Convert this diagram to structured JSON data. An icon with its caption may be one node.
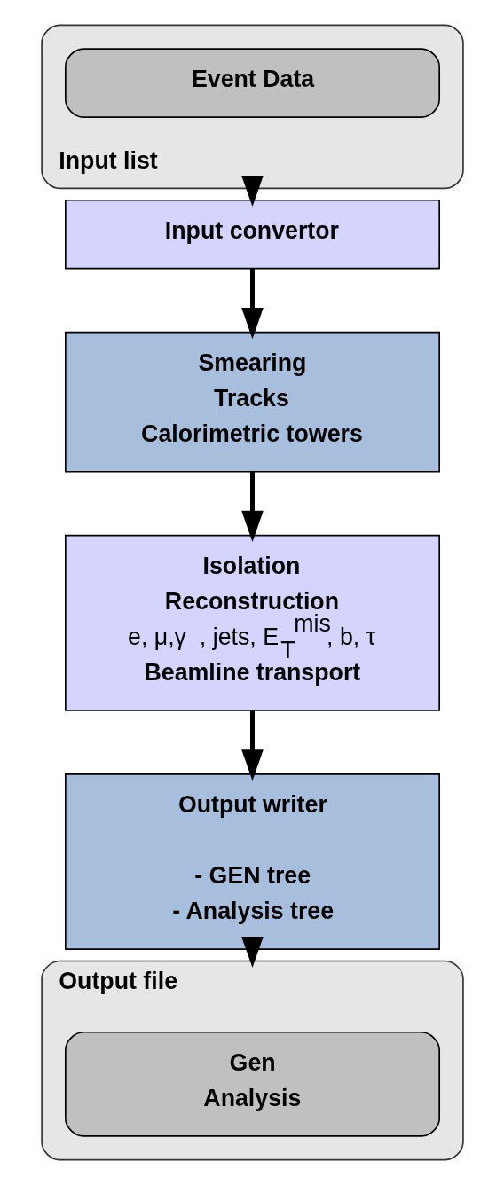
{
  "diagram": {
    "nodes": [
      {
        "text": [
          "Input list"
        ]
      },
      {
        "text": [
          "Event Data"
        ],
        "in": 0
      },
      {
        "text": [
          "Input convertor"
        ]
      },
      {
        "text": [
          "Smearing",
          "Tracks",
          "Calorimetric towers"
        ]
      },
      {
        "text": [
          "Isolation",
          "Reconstruction",
          "e, μ,γ  , jets, E$_{T}$$^{mis}$, b, τ",
          "Beamline transport"
        ]
      },
      {
        "text": [
          "Output writer",
          "- GEN tree",
          "- Analysis tree"
        ]
      },
      {
        "text": [
          "Output file"
        ]
      },
      {
        "text": [
          "Gen",
          "Analysis"
        ],
        "in": 6
      }
    ],
    "edges": [
      {
        "from": 0,
        "to": 2,
        "arrow": "to"
      },
      {
        "from": 2,
        "to": 3,
        "arrow": "to"
      },
      {
        "from": 3,
        "to": 4,
        "arrow": "to"
      },
      {
        "from": 4,
        "to": 5,
        "arrow": "to"
      },
      {
        "from": 5,
        "to": 6,
        "arrow": "to",
        "style": "dashed"
      }
    ]
  }
}
